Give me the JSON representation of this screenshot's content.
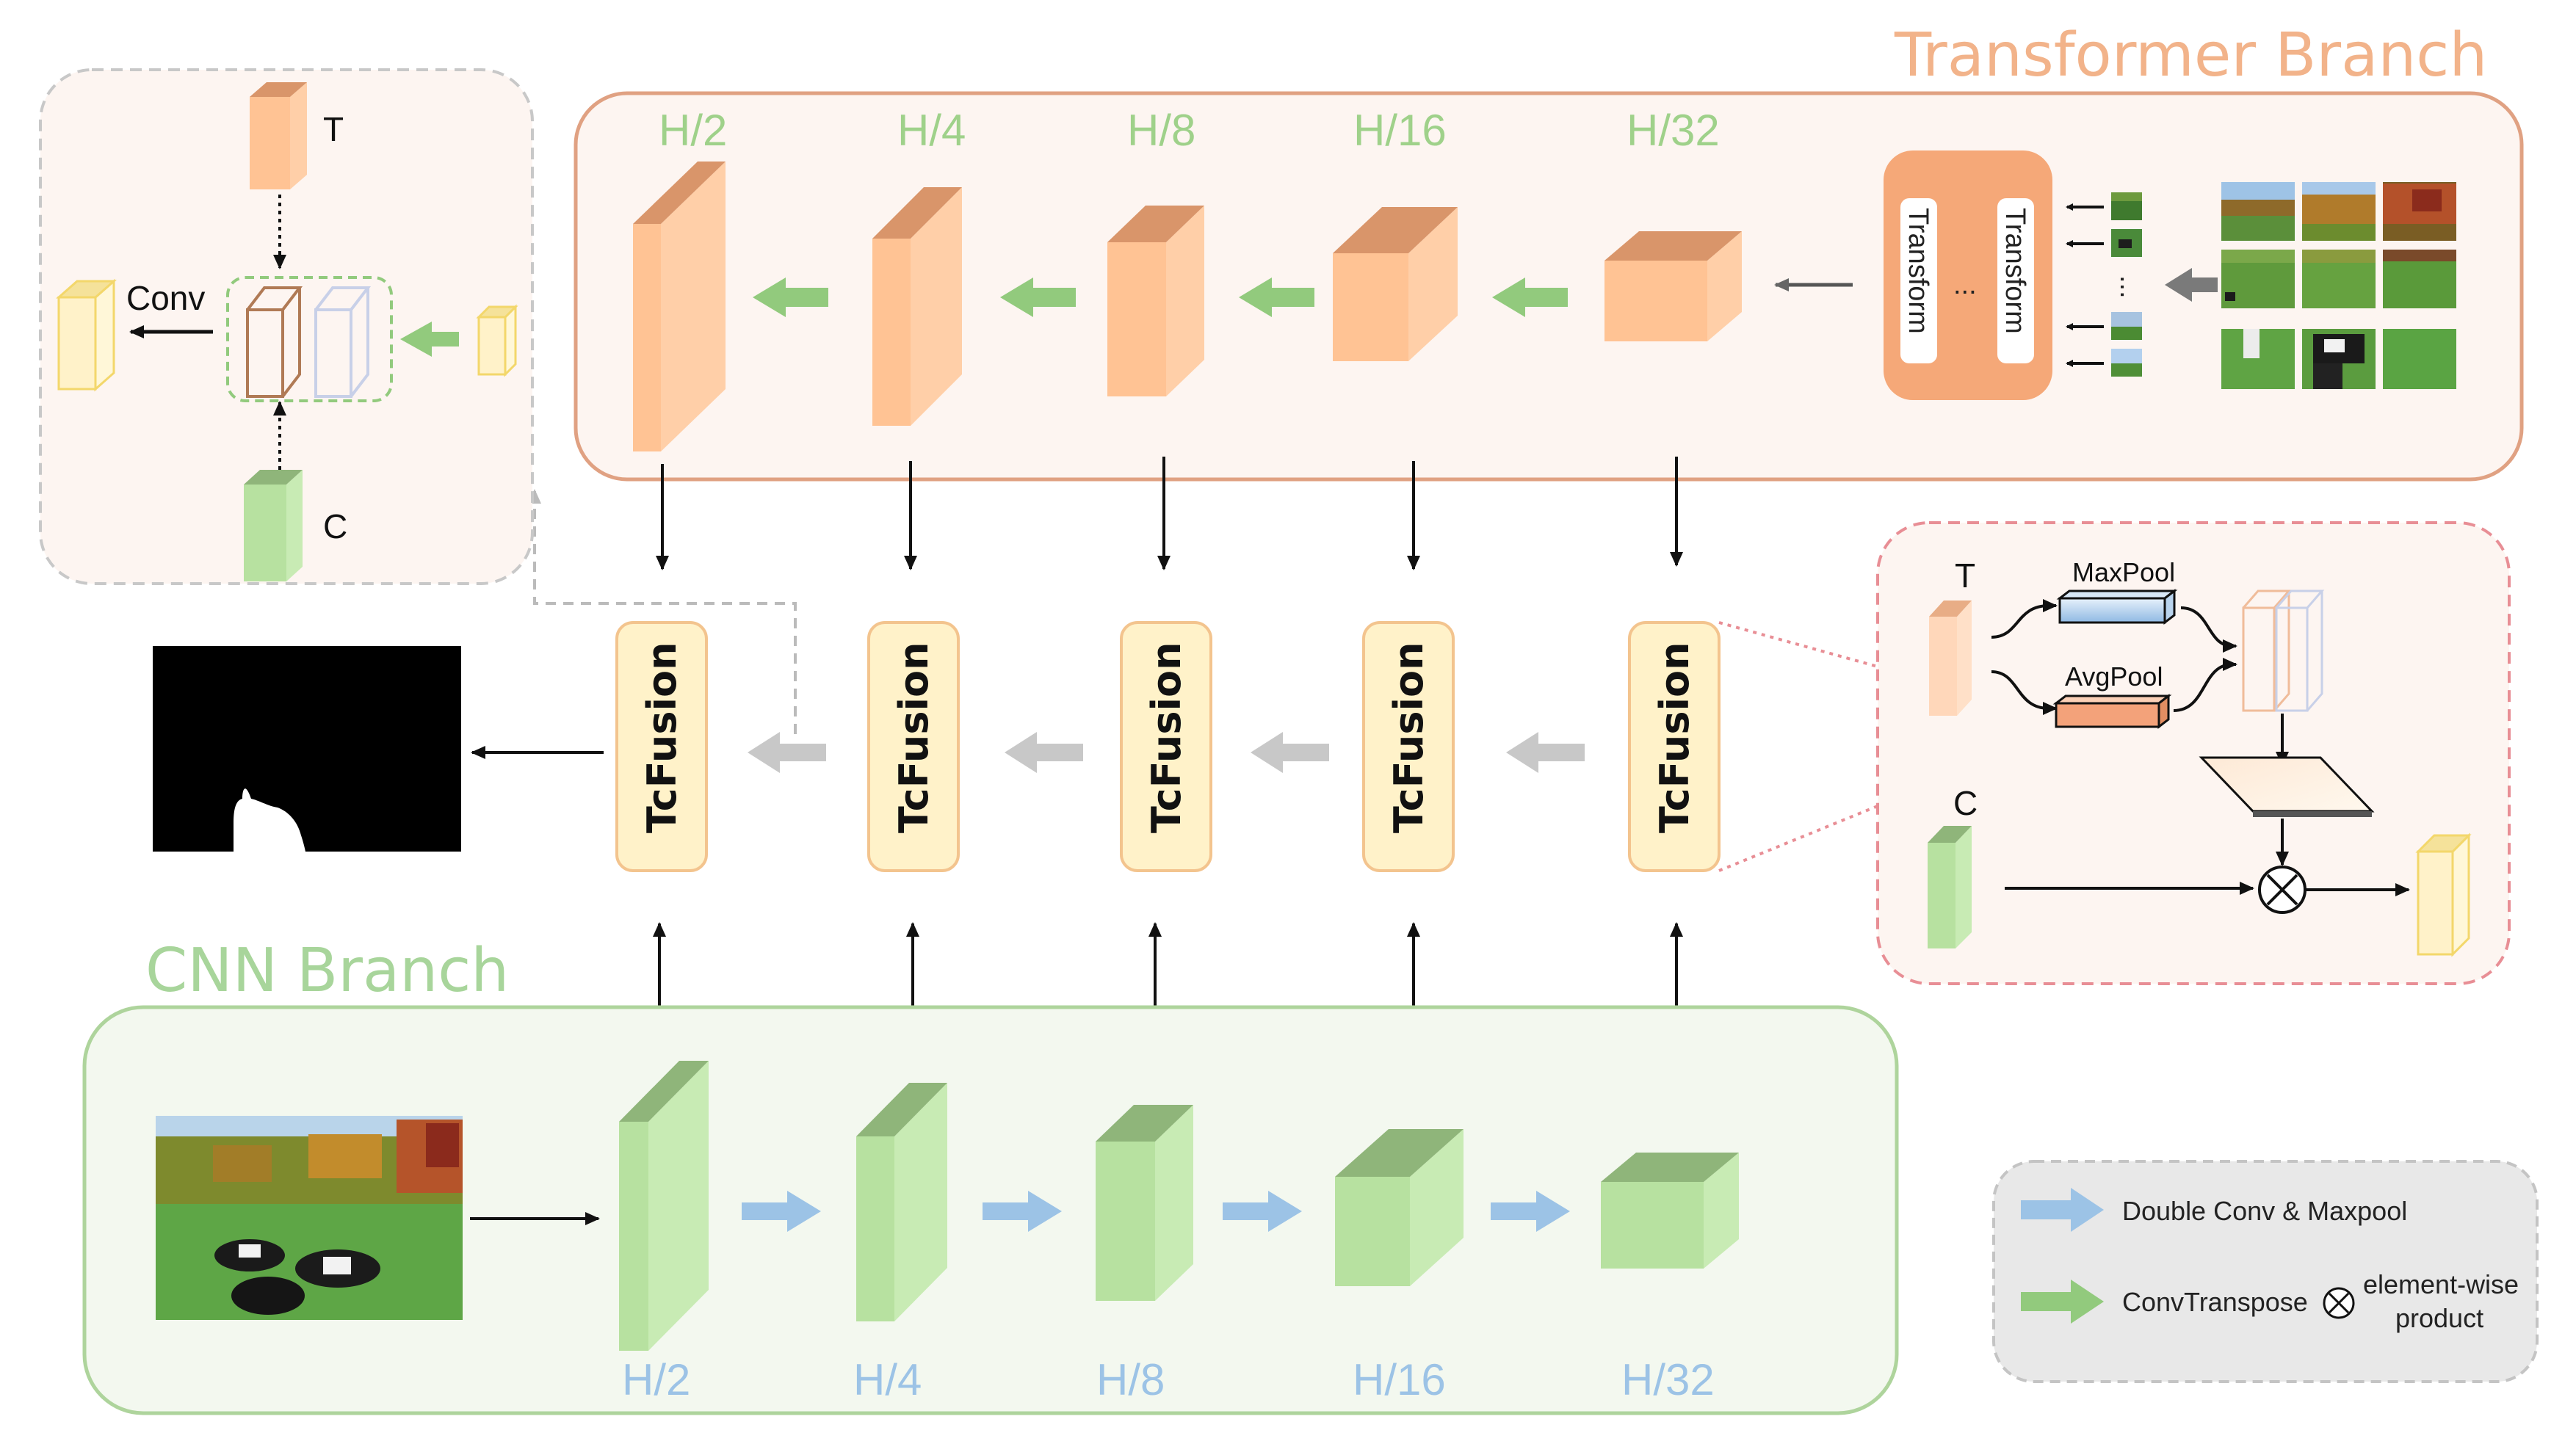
{
  "titles": {
    "transformer_branch": "Transformer Branch",
    "cnn_branch": "CNN Branch"
  },
  "transformer_scales": [
    "H/2",
    "H/4",
    "H/8",
    "H/16",
    "H/32"
  ],
  "cnn_scales": [
    "H/2",
    "H/4",
    "H/8",
    "H/16",
    "H/32"
  ],
  "fusion_blocks": [
    "TcFusion",
    "TcFusion",
    "TcFusion",
    "TcFusion",
    "TcFusion"
  ],
  "transformer_encoder": {
    "block_label": "Transform",
    "ellipsis": "..."
  },
  "inset_left": {
    "t_label": "T",
    "c_label": "C",
    "conv_label": "Conv"
  },
  "inset_right": {
    "t_label": "T",
    "c_label": "C",
    "maxpool_label": "MaxPool",
    "avgpool_label": "AvgPool",
    "product_symbol": "⊗"
  },
  "legend": {
    "double_conv": "Double Conv & Maxpool",
    "conv_transpose": "ConvTranspose",
    "product_symbol": "⊗",
    "elementwise_line1": "element-wise",
    "elementwise_line2": "product"
  },
  "colors": {
    "transformer_panel_fill": "#fdf5f1",
    "transformer_panel_stroke": "#e0a182",
    "cnn_panel_fill": "#f3f8ef",
    "cnn_panel_stroke": "#aed49c",
    "orange_block": "#ffc394",
    "green_block": "#b7e1a0",
    "fusion_fill": "#fff2c9",
    "fusion_stroke": "#f3c48e",
    "blue_arrow": "#9cc3e6",
    "green_arrow": "#92ca7d",
    "gray_arrow": "#c8c8c8"
  }
}
